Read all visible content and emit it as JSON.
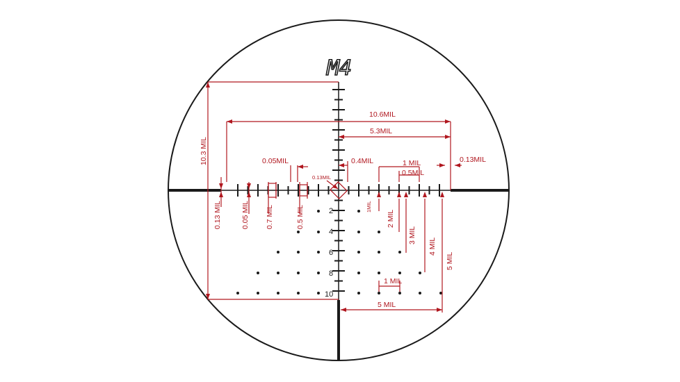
{
  "reticle": {
    "model_label": "M4",
    "colors": {
      "reticle": "#1a1a1a",
      "dimension": "#b0171f"
    },
    "holdover_numbers": [
      "2",
      "4",
      "6",
      "8",
      "10"
    ],
    "dimensions": {
      "d_10_6": "10.6MIL",
      "d_5_3": "5.3MIL",
      "d_10_3": "10.3 MIL",
      "d_0_05_top": "0.05MIL",
      "d_0_4": "0.4MIL",
      "d_1_top": "1 MIL",
      "d_0_5_top": "0.5MIL",
      "d_0_13_right": "0.13MIL",
      "d_0_13_center": "0.13MIL",
      "d_0_13_left": "0.13 MIL",
      "d_0_05_left": "0.05 MIL",
      "d_0_7": "0.7 MIL",
      "d_0_5_left": "0.5 MIL",
      "d_1_vert": "1MIL",
      "d_2": "2 MIL",
      "d_3": "3 MIL",
      "d_4": "4 MIL",
      "d_5_vert": "5 MIL",
      "d_1_bottom": "1 MIL",
      "d_5_bottom": "5 MIL"
    }
  }
}
